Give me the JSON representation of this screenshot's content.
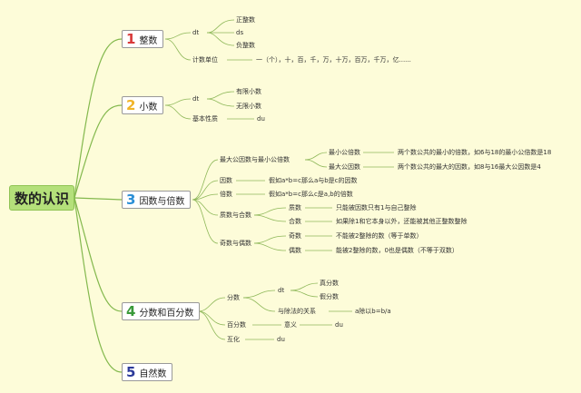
{
  "root": "数的认识",
  "t1": {
    "num": "1",
    "label": "整数",
    "num_color": "#d93a3a"
  },
  "t2": {
    "num": "2",
    "label": "小数",
    "num_color": "#f0b428"
  },
  "t3": {
    "num": "3",
    "label": "因数与倍数",
    "num_color": "#2b8fd6"
  },
  "t4": {
    "num": "4",
    "label": "分数和百分数",
    "num_color": "#3a9a3a"
  },
  "t5": {
    "num": "5",
    "label": "自然数",
    "num_color": "#2c3a9a"
  },
  "n1": {
    "dt": "dt",
    "pos": "正整数",
    "ds": "ds",
    "neg": "负整数",
    "units": "计数单位",
    "units_val": "一（个），十，百，千，万，十万，百万，千万，亿......"
  },
  "n2": {
    "dt": "dt",
    "finite": "有限小数",
    "infinite": "无限小数",
    "nature": "基本性质",
    "du": "du"
  },
  "n3": {
    "gcd_lcm": "最大公因数与最小公倍数",
    "lcm": "最小公倍数",
    "lcm_desc": "两个数公共的最小的倍数，如6与18的最小公倍数是18",
    "gcd": "最大公因数",
    "gcd_desc": "两个数公共的最大的因数，如8与16最大公因数是4",
    "factor": "因数",
    "factor_desc": "假如a*b=c那么a与b是c的因数",
    "multiple": "倍数",
    "multiple_desc": "假如a*b=c那么c是a,b的倍数",
    "prime_comp": "质数与合数",
    "prime": "质数",
    "prime_desc": "只能被因数只有1与自己整除",
    "comp": "合数",
    "comp_desc": "如果除1和它本身以外，还能被其他正整数整除",
    "odd_even": "奇数与偶数",
    "odd": "奇数",
    "odd_desc": "不能被2整除的数（等于单数）",
    "even": "偶数",
    "even_desc": "能被2整除的数，0也是偶数（不等于双数）"
  },
  "n4": {
    "fraction": "分数",
    "dt": "dt",
    "proper": "真分数",
    "improper": "假分数",
    "div_rel": "与除法的关系",
    "div_rel_val": "a除以b=b/a",
    "percent": "百分数",
    "meaning": "意义",
    "du": "du",
    "reciprocal": "互化",
    "du2": "du"
  }
}
